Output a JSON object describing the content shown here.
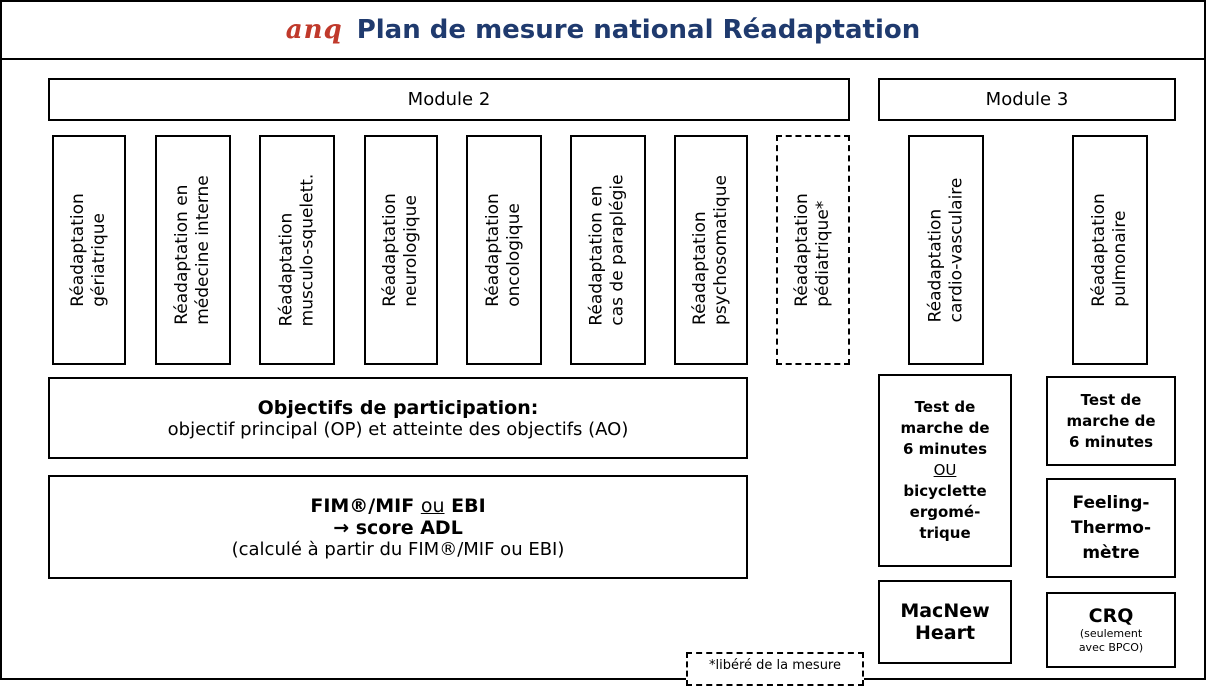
{
  "header": {
    "logo": "anq",
    "title": "Plan de mesure national Réadaptation"
  },
  "modules": {
    "module2": "Module 2",
    "module3": "Module 3"
  },
  "rehab_types": [
    {
      "line1": "Réadaptation",
      "line2": "gériatrique"
    },
    {
      "line1": "Réadaptation en",
      "line2": "médecine interne"
    },
    {
      "line1": "Réadaptation",
      "line2": "musculo-squelett."
    },
    {
      "line1": "Réadaptation",
      "line2": "neurologique"
    },
    {
      "line1": "Réadaptation",
      "line2": "oncologique"
    },
    {
      "line1": "Réadaptation en",
      "line2": "cas de paraplégie"
    },
    {
      "line1": "Réadaptation",
      "line2": "psychosomatique"
    },
    {
      "line1": "Réadaptation",
      "line2": "pédiatrique*"
    },
    {
      "line1": "Réadaptation",
      "line2": "cardio-vasculaire"
    },
    {
      "line1": "Réadaptation",
      "line2": "pulmonaire"
    }
  ],
  "objectifs": {
    "title": "Objectifs de participation:",
    "subtitle": "objectif principal (OP) et atteinte des objectifs (AO)"
  },
  "fim": {
    "part1": "FIM®/MIF",
    "part2": "ou",
    "part3": "EBI",
    "line2": "→ score ADL",
    "line3": "(calculé à partir du FIM®/MIF ou EBI)"
  },
  "cardio_tests": {
    "test1_l1": "Test de",
    "test1_l2": "marche de",
    "test1_l3": "6 minutes",
    "ou": "OU",
    "test1_l4": "bicyclette",
    "test1_l5": "ergomé-",
    "test1_l6": "trique",
    "macnew_l1": "MacNew",
    "macnew_l2": "Heart"
  },
  "pulmo_tests": {
    "test_l1": "Test de",
    "test_l2": "marche de",
    "test_l3": "6 minutes",
    "feeling_l1": "Feeling-",
    "feeling_l2": "Thermo-",
    "feeling_l3": "mètre",
    "crq": "CRQ",
    "crq_note_l1": "(seulement",
    "crq_note_l2": "avec BPCO)"
  },
  "footnote": "*libéré de la mesure"
}
